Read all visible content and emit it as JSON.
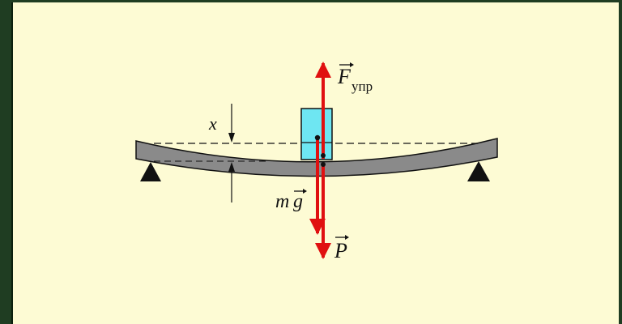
{
  "diagram": {
    "background_color": "#fdfbd4",
    "border_color": "#1f3d22",
    "beam_color": "#8a8a8a",
    "block_color": "#6ee6f2",
    "force_color": "#e01010",
    "labels": {
      "deflection": "x",
      "gravity_m": "m",
      "gravity_g": "g",
      "elastic_F": "F",
      "elastic_sub": "упр",
      "weight": "P"
    }
  }
}
